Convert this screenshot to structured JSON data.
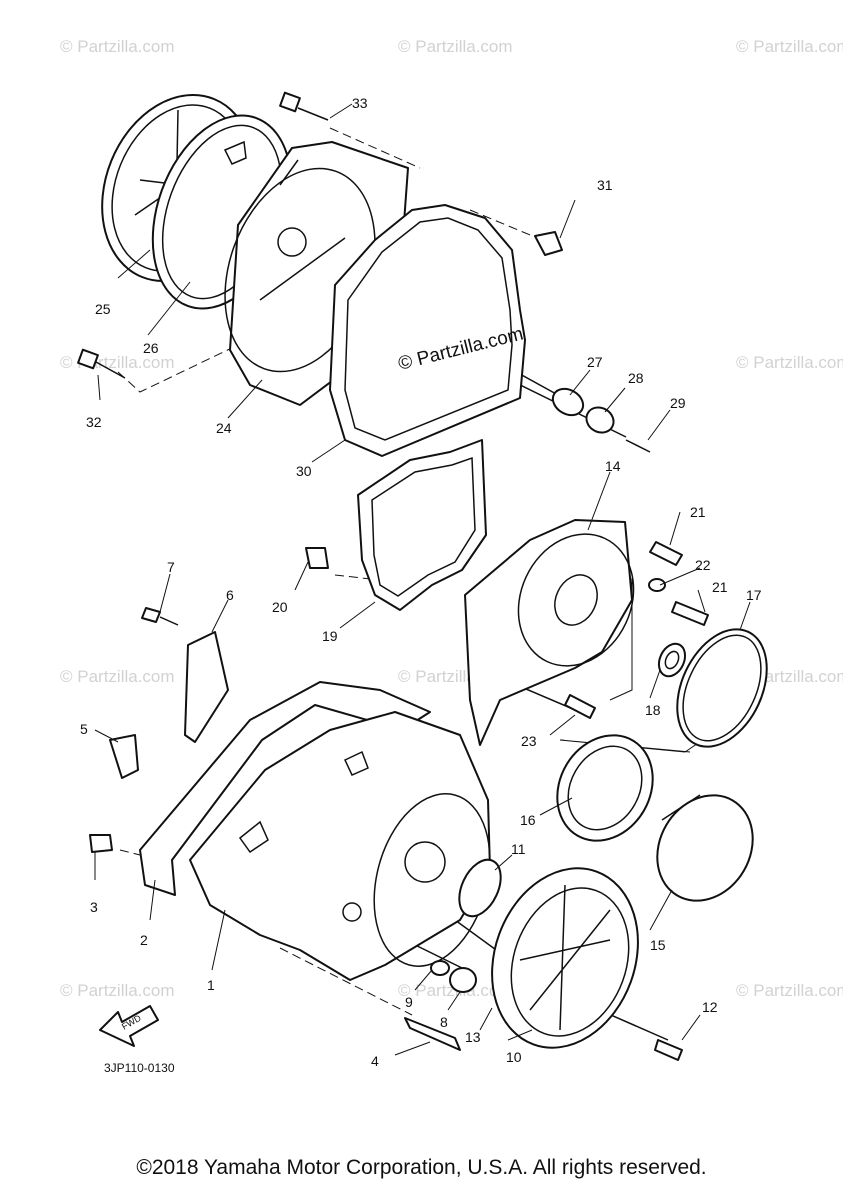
{
  "diagram": {
    "part_code": "3JP110-0130",
    "fwd_label": "FWD",
    "watermark": "© Partzilla.com",
    "watermark_center": "© Partzilla.com",
    "copyright": "©2018 Yamaha Motor Corporation, U.S.A. All rights reserved.",
    "callouts": [
      "1",
      "2",
      "3",
      "4",
      "5",
      "6",
      "7",
      "8",
      "9",
      "10",
      "11",
      "12",
      "13",
      "14",
      "15",
      "16",
      "17",
      "18",
      "19",
      "20",
      "21",
      "21",
      "22",
      "23",
      "24",
      "25",
      "26",
      "27",
      "28",
      "29",
      "30",
      "31",
      "32",
      "33"
    ]
  }
}
